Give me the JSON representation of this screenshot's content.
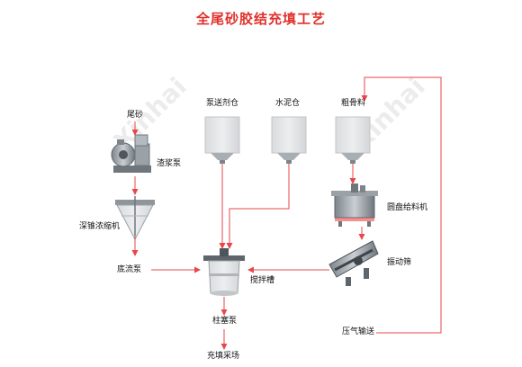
{
  "title": "全尾砂胶结充填工艺",
  "watermark": "Xinhai",
  "labels": {
    "tailings": "尾砂",
    "slurry_pump": "渣浆泵",
    "thickener": "深锥浓缩机",
    "underflow_pump": "底流泵",
    "additive_bin": "泵送剂仓",
    "cement_bin": "水泥仓",
    "aggregate": "粗骨料",
    "disc_feeder": "圆盘给料机",
    "vibrating_screen": "振动筛",
    "agitation_tank": "搅拌槽",
    "plug_pump": "柱塞泵",
    "air_delivery": "压气输送",
    "stope": "充填采场"
  },
  "colors": {
    "title": "#e0302a",
    "arrow": "#e8474a",
    "bin_fill": "#e4e5e6",
    "bin_edge": "#bfc2c4",
    "equipment": "#8e969c"
  }
}
